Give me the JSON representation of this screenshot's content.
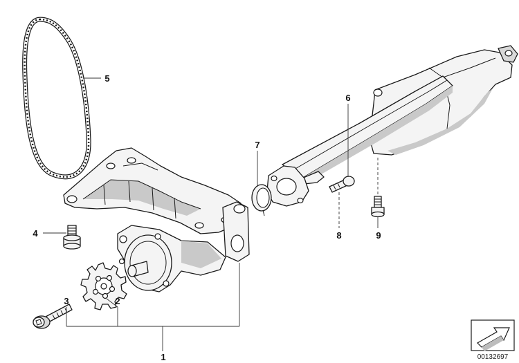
{
  "callouts": [
    {
      "id": "1",
      "label": "1"
    },
    {
      "id": "2",
      "label": "2"
    },
    {
      "id": "3",
      "label": "3"
    },
    {
      "id": "4",
      "label": "4"
    },
    {
      "id": "5",
      "label": "5"
    },
    {
      "id": "6",
      "label": "6"
    },
    {
      "id": "7",
      "label": "7"
    },
    {
      "id": "8",
      "label": "8"
    },
    {
      "id": "9",
      "label": "9"
    }
  ],
  "reference_number": "00132697",
  "icons": {
    "orientation": "direction-arrow-icon"
  }
}
